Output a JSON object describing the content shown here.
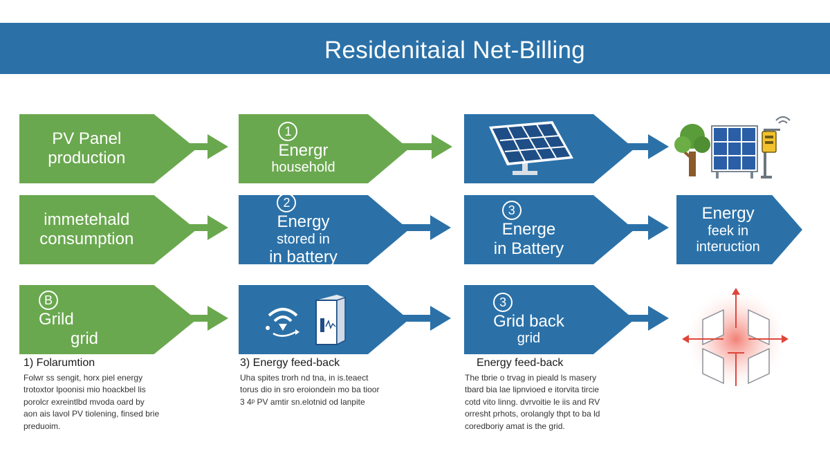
{
  "title": "Residenitaial Net-Billing",
  "row1": {
    "c1": {
      "line1": "PV Panel",
      "line2": "production"
    },
    "c2": {
      "num": "1",
      "line1": "Energr",
      "line2": "household"
    }
  },
  "row2": {
    "c1": {
      "line1": "immetehald",
      "line2": "consumption"
    },
    "c2": {
      "num": "2",
      "line1": "Energy",
      "line2": "stored in",
      "line3": "in battery"
    },
    "c3": {
      "num": "3",
      "line1": "Energe",
      "line2": "in Battery"
    },
    "c4": {
      "line1": "Energy",
      "line2": "feek in",
      "line3": "interuction"
    }
  },
  "row3": {
    "c1": {
      "num": "B",
      "line1": "Grild",
      "line2": "grid"
    },
    "c3": {
      "num": "3",
      "line1": "Grid back",
      "line2": "grid"
    }
  },
  "notes": {
    "n1": {
      "title": "1) Folarumtion",
      "lines": [
        "Folwr ss sengit, horx piel energy",
        "trotoxtor lpoonisi mio hoackbel lis",
        "porolcr exreintlbd mvoda oard by",
        "aon ais lavol PV tiolening, finsed brie",
        "preduoim."
      ]
    },
    "n2": {
      "title": "3) Energy feed-back",
      "lines": [
        "Uha spites trorh nd tna, in is.teaect",
        "torus dio in sro eroiondein mo ba tioor",
        "3 4ᵖ PV amtir sn.elotnid od lanpite"
      ]
    },
    "n3": {
      "title": "Energy feed-back",
      "lines": [
        "The tbrie o trvag in pieald ls masery",
        "tbard bia lae lipnvioed e itorvita tircie",
        "cotd vito linng. dvrvoitie le iis and RV",
        "orresht prhots, orolangly thpt to ba ld",
        "coredboriy amat is the grid."
      ]
    }
  },
  "colors": {
    "banner": "#2b71a8",
    "green": "#6aa84f",
    "blue": "#2b71a8",
    "highlight": "#e0453a"
  },
  "icons": [
    "solar-panel-icon",
    "tree-icon",
    "solar-array-icon",
    "inverter-meter-icon",
    "wireless-signal-icon",
    "battery-cabinet-icon",
    "grid-exchange-icon"
  ]
}
